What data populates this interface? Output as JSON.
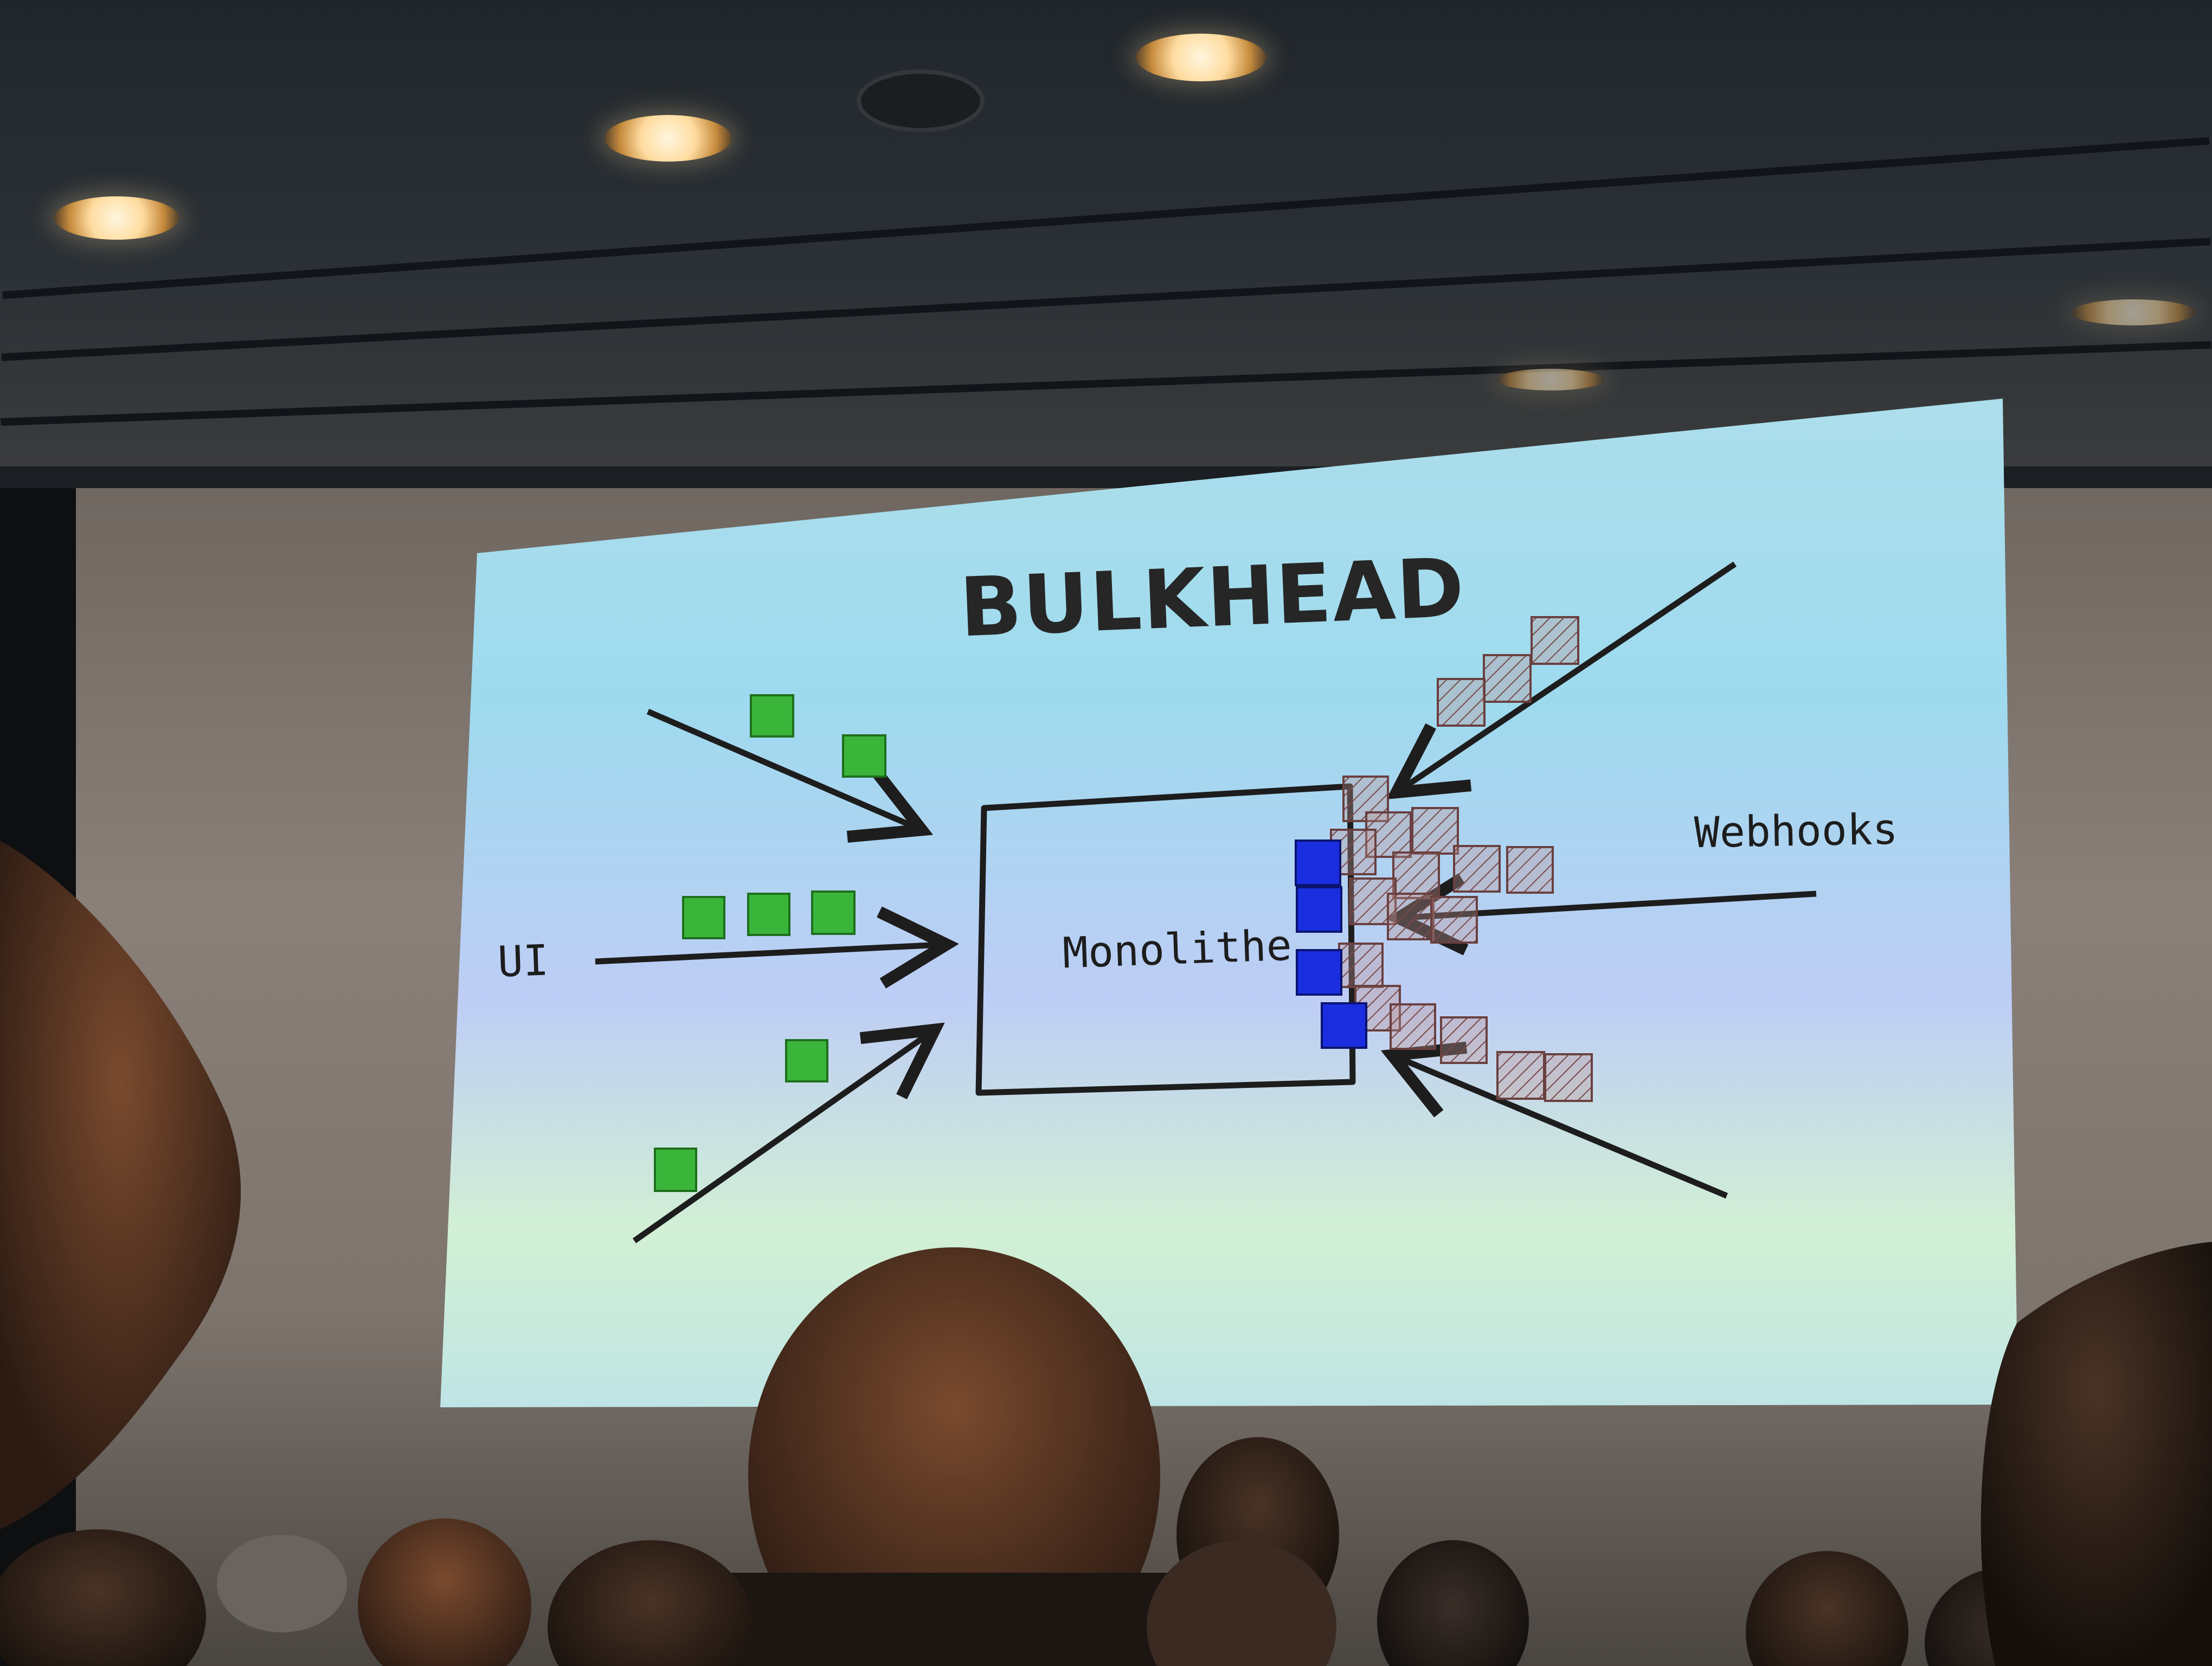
{
  "slide": {
    "title": "BULKHEAD",
    "labels": {
      "ui": "UI",
      "monolith": "Monolithe",
      "webhooks": "Webhooks"
    }
  },
  "colors": {
    "slide_background": "#a9def0",
    "green_request": "#3ab53a",
    "blue_request": "#1a2ee0",
    "hatched_request": "#a05a5a",
    "ink": "#1d1d1d"
  },
  "icons": {
    "ui_request": "green-square-icon",
    "bulkhead_slot": "blue-square-icon",
    "webhook_request": "hatched-square-icon",
    "flow": "arrow-icon"
  }
}
